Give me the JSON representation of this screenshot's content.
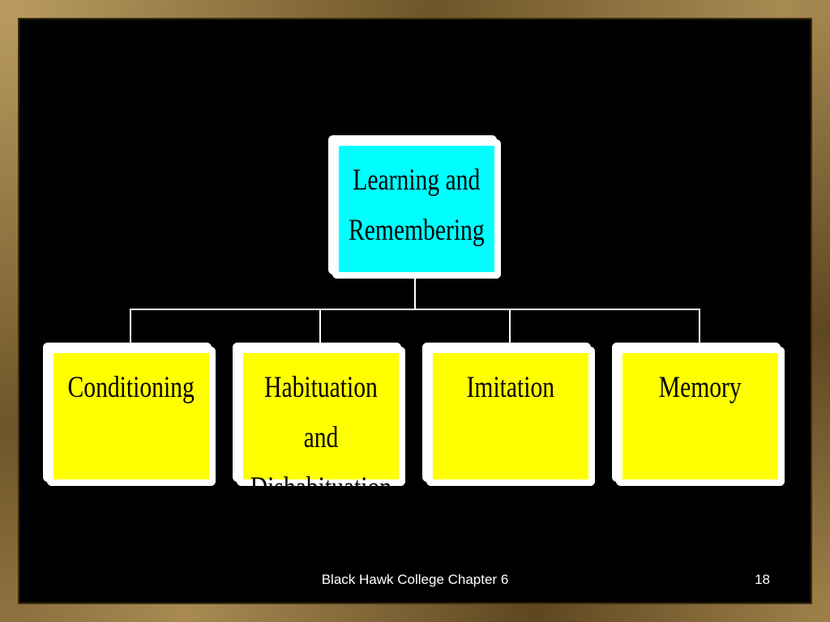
{
  "diagram": {
    "root": {
      "lines": "Learning and\nRemembering",
      "color": "#00ffff"
    },
    "children": [
      {
        "lines": "Conditioning",
        "color": "#ffff00"
      },
      {
        "lines": "Habituation and\nDishabituation",
        "color": "#ffff00"
      },
      {
        "lines": "Imitation",
        "color": "#ffff00"
      },
      {
        "lines": "Memory",
        "color": "#ffff00"
      }
    ],
    "connector_color": "#ffffff"
  },
  "footer": {
    "text": "Black Hawk College Chapter 6",
    "slide_number": "18"
  },
  "colors": {
    "background": "#000000",
    "frame": "#8a6e3c",
    "node_border": "#ffffff"
  }
}
